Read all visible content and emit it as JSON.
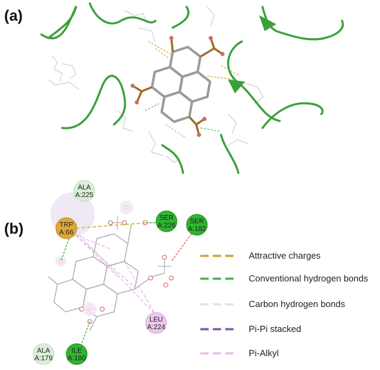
{
  "panels": {
    "a_label": "(a)",
    "b_label": "(b)"
  },
  "residues": [
    {
      "id": "ala225",
      "name": "ALA",
      "chain": "A:225",
      "kind": "vdw"
    },
    {
      "id": "trp66",
      "name": "TRP",
      "chain": "A:66",
      "kind": "charge"
    },
    {
      "id": "ser226",
      "name": "SER",
      "chain": "A:226",
      "kind": "hbond"
    },
    {
      "id": "ser182",
      "name": "SER",
      "chain": "A:182",
      "kind": "hbond"
    },
    {
      "id": "leu224",
      "name": "LEU",
      "chain": "A:224",
      "kind": "alkyl"
    },
    {
      "id": "ala179",
      "name": "ALA",
      "chain": "A:179",
      "kind": "vdw"
    },
    {
      "id": "ile180",
      "name": "ILE",
      "chain": "A:180",
      "kind": "hbond"
    }
  ],
  "legend": [
    {
      "label": "Attractive charges",
      "color": "#c8a42a"
    },
    {
      "label": "Conventional hydrogen bonds",
      "color": "#3cb33c"
    },
    {
      "label": "Carbon hydrogen bonds",
      "color": "#d2ecd2"
    },
    {
      "label": "Pi-Pi stacked",
      "color": "#7b4fb0"
    },
    {
      "label": "Pi-Alkyl",
      "color": "#e8b8e8"
    }
  ],
  "colors": {
    "ribbon": "#3aa03a",
    "charge": "#e0a83a",
    "hbond": "#2fb52f",
    "vdw": "#d9efd9",
    "alkyl": "#ecc8ec",
    "bond": "#8c8c8c"
  }
}
